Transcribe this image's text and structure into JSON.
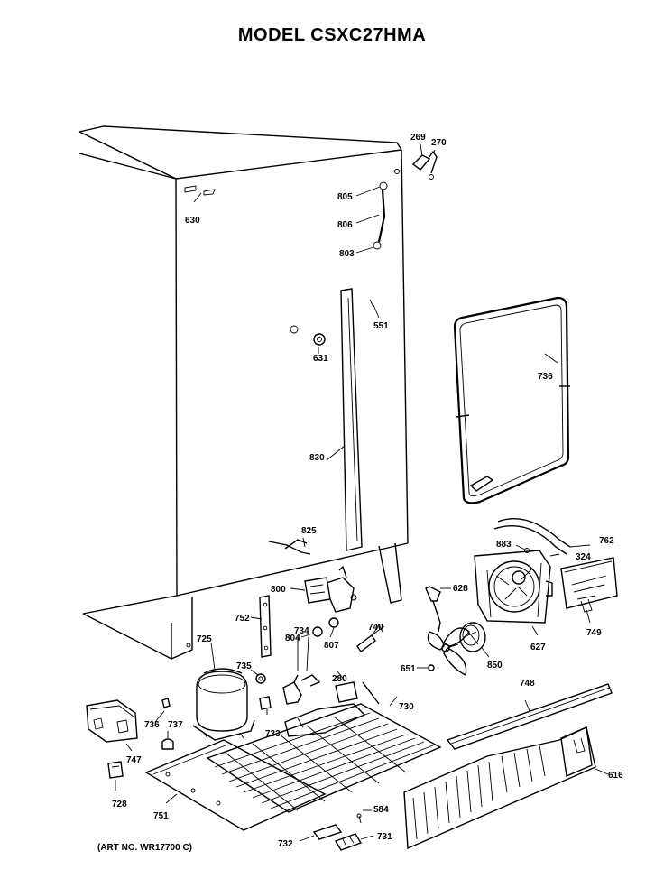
{
  "title": "MODEL CSXC27HMA",
  "art_number": "(ART NO. WR17700 C)",
  "labels": {
    "p269": "269",
    "p270": "270",
    "p805": "805",
    "p806": "806",
    "p803": "803",
    "p630": "630",
    "p551": "551",
    "p631": "631",
    "p736a": "736",
    "p830": "830",
    "p825": "825",
    "p762": "762",
    "p883": "883",
    "p324": "324",
    "p800": "800",
    "p628": "628",
    "p752": "752",
    "p804": "804",
    "p807": "807",
    "p740": "740",
    "p749": "749",
    "p627": "627",
    "p725": "725",
    "p735": "735",
    "p734": "734",
    "p280": "280",
    "p651": "651",
    "p850": "850",
    "p748": "748",
    "p736b": "736",
    "p737": "737",
    "p733": "733",
    "p730": "730",
    "p747": "747",
    "p616": "616",
    "p728": "728",
    "p751": "751",
    "p584": "584",
    "p732": "732",
    "p731": "731"
  }
}
